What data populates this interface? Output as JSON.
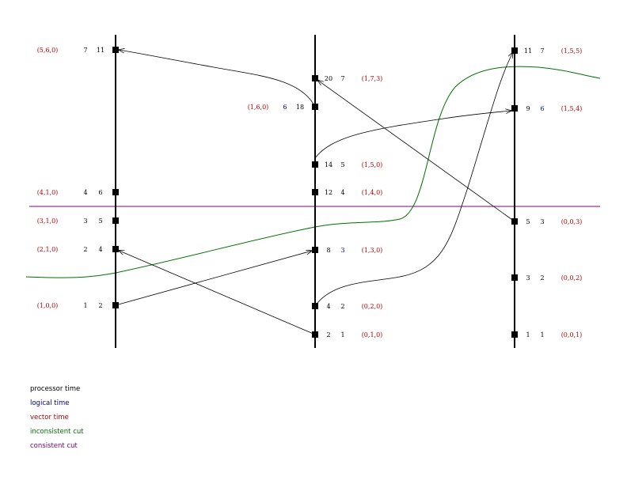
{
  "colors": {
    "processor_time": "#000000",
    "logical_time": "#000080",
    "vector_time": "#b00000",
    "inconsistent_cut": "#007000",
    "consistent_cut": "#800080"
  },
  "events": [
    {
      "id": "p1_a",
      "process": 1,
      "processor_time": "1",
      "logical_time": "2",
      "vector_time": "(1,0,0)",
      "logical_color": "black"
    },
    {
      "id": "p1_b",
      "process": 1,
      "processor_time": "2",
      "logical_time": "4",
      "vector_time": "(2,1,0)",
      "logical_color": "black"
    },
    {
      "id": "p1_c",
      "process": 1,
      "processor_time": "3",
      "logical_time": "5",
      "vector_time": "(3,1,0)",
      "logical_color": "black"
    },
    {
      "id": "p1_d",
      "process": 1,
      "processor_time": "4",
      "logical_time": "6",
      "vector_time": "(4,1,0)",
      "logical_color": "black"
    },
    {
      "id": "p1_e",
      "process": 1,
      "processor_time": "7",
      "logical_time": "11",
      "vector_time": "(5,6,0)",
      "logical_color": "black"
    },
    {
      "id": "p2_a",
      "process": 2,
      "processor_time": "2",
      "logical_time": "1",
      "vector_time": "(0,1,0)",
      "logical_color": "black"
    },
    {
      "id": "p2_b",
      "process": 2,
      "processor_time": "4",
      "logical_time": "2",
      "vector_time": "(0,2,0)",
      "logical_color": "black"
    },
    {
      "id": "p2_c",
      "process": 2,
      "processor_time": "8",
      "logical_time": "3",
      "vector_time": "(1,3,0)",
      "logical_color": "blue"
    },
    {
      "id": "p2_d",
      "process": 2,
      "processor_time": "12",
      "logical_time": "4",
      "vector_time": "(1,4,0)",
      "logical_color": "black"
    },
    {
      "id": "p2_e",
      "process": 2,
      "processor_time": "14",
      "logical_time": "5",
      "vector_time": "(1,5,0)",
      "logical_color": "black"
    },
    {
      "id": "p2_f",
      "process": 2,
      "processor_time": "18",
      "logical_time": "6",
      "vector_time": "(1,6,0)",
      "logical_color": "blue"
    },
    {
      "id": "p2_g",
      "process": 2,
      "processor_time": "20",
      "logical_time": "7",
      "vector_time": "(1,7,3)",
      "logical_color": "black"
    },
    {
      "id": "p3_a",
      "process": 3,
      "processor_time": "1",
      "logical_time": "1",
      "vector_time": "(0,0,1)",
      "logical_color": "black"
    },
    {
      "id": "p3_b",
      "process": 3,
      "processor_time": "3",
      "logical_time": "2",
      "vector_time": "(0,0,2)",
      "logical_color": "black"
    },
    {
      "id": "p3_c",
      "process": 3,
      "processor_time": "5",
      "logical_time": "3",
      "vector_time": "(0,0,3)",
      "logical_color": "black"
    },
    {
      "id": "p3_d",
      "process": 3,
      "processor_time": "9",
      "logical_time": "6",
      "vector_time": "(1,5,4)",
      "logical_color": "blue"
    },
    {
      "id": "p3_e",
      "process": 3,
      "processor_time": "11",
      "logical_time": "7",
      "vector_time": "(1,5,5)",
      "logical_color": "black"
    }
  ],
  "messages": [
    {
      "from": "p1_a",
      "to": "p2_c"
    },
    {
      "from": "p2_a",
      "to": "p1_b"
    },
    {
      "from": "p2_b",
      "to": "p3_e"
    },
    {
      "from": "p2_e",
      "to": "p3_d"
    },
    {
      "from": "p2_f",
      "to": "p1_e"
    },
    {
      "from": "p3_c",
      "to": "p2_g"
    }
  ],
  "legend": {
    "processor_time": "processor time",
    "logical_time": "logical time",
    "vector_time": "vector time",
    "inconsistent_cut": "inconsistent cut",
    "consistent_cut": "consistent cut"
  }
}
